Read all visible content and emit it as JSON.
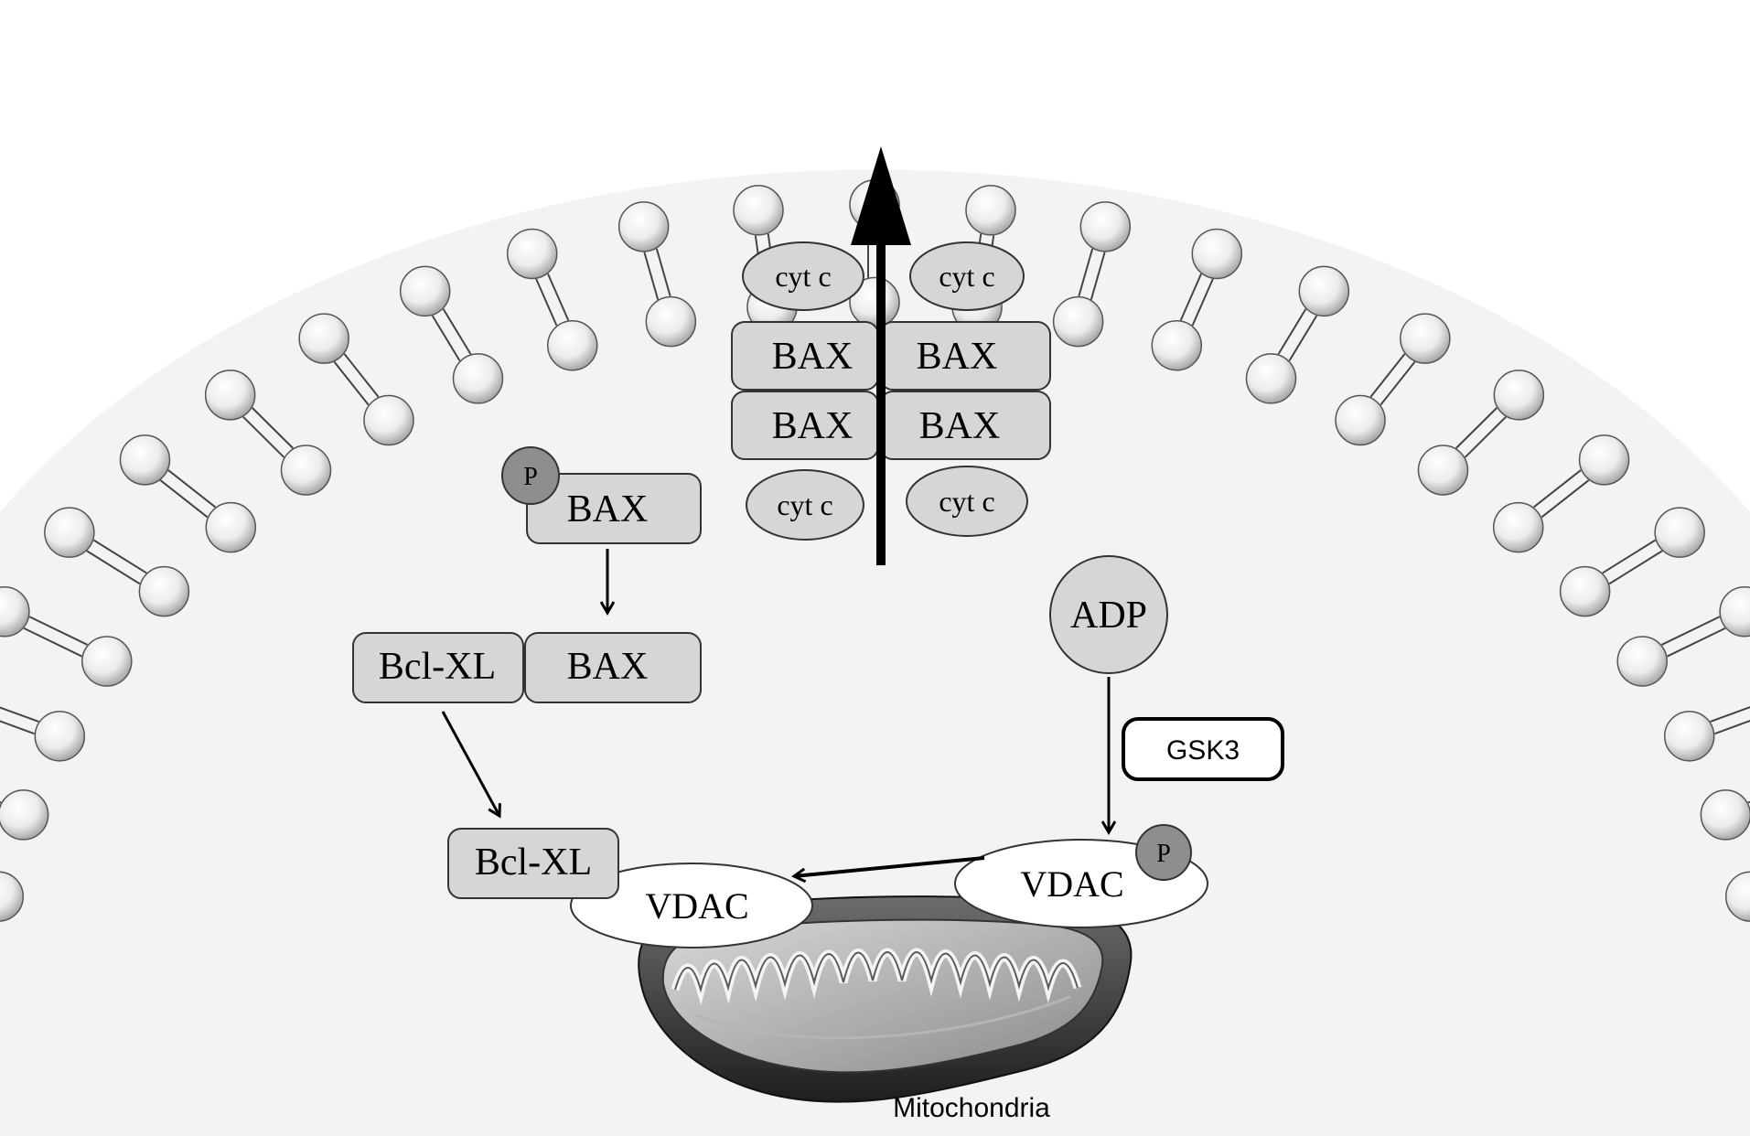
{
  "colors": {
    "background": "#ffffff",
    "cytoplasm": "#f2f2f2",
    "box_fill": "#d6d6d6",
    "phospho_fill": "#8e8e8e",
    "arrow": "#000000"
  },
  "labels": {
    "cyt_c": "cyt c",
    "bax": "BAX",
    "bcl_xl": "Bcl-XL",
    "vdac": "VDAC",
    "adp": "ADP",
    "gsk3": "GSK3",
    "phospho": "P",
    "mitochondria": "Mitochondria"
  }
}
